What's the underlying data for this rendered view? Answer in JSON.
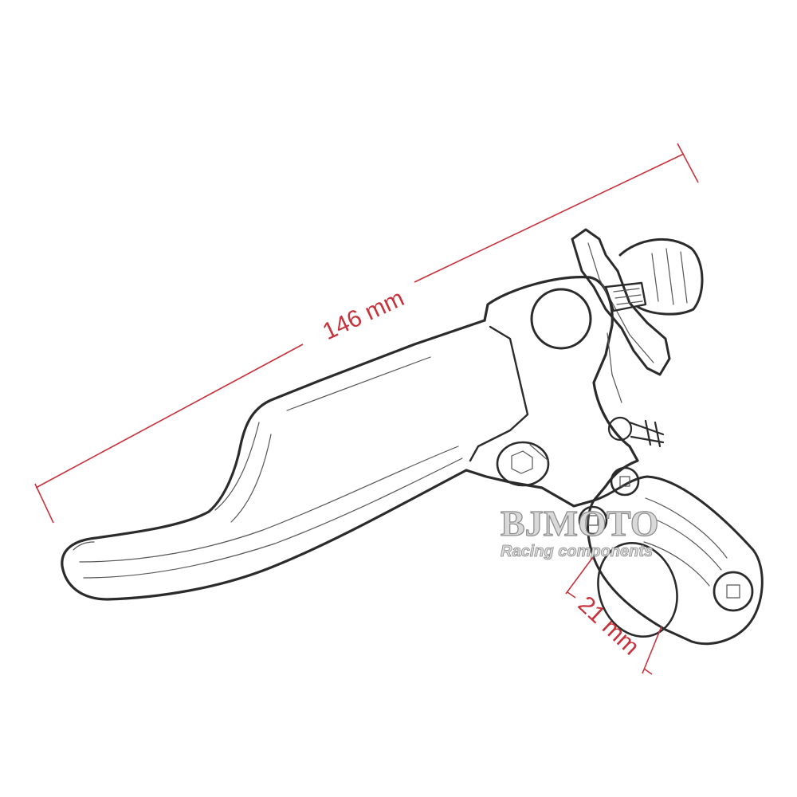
{
  "dimensions": {
    "length_label": "146 mm",
    "clamp_label": "21 mm"
  },
  "watermark": {
    "brand": "BJMOTO",
    "tagline": "Racing components"
  },
  "colors": {
    "dimension": "#c8323c",
    "outline": "#2b2b2b"
  }
}
